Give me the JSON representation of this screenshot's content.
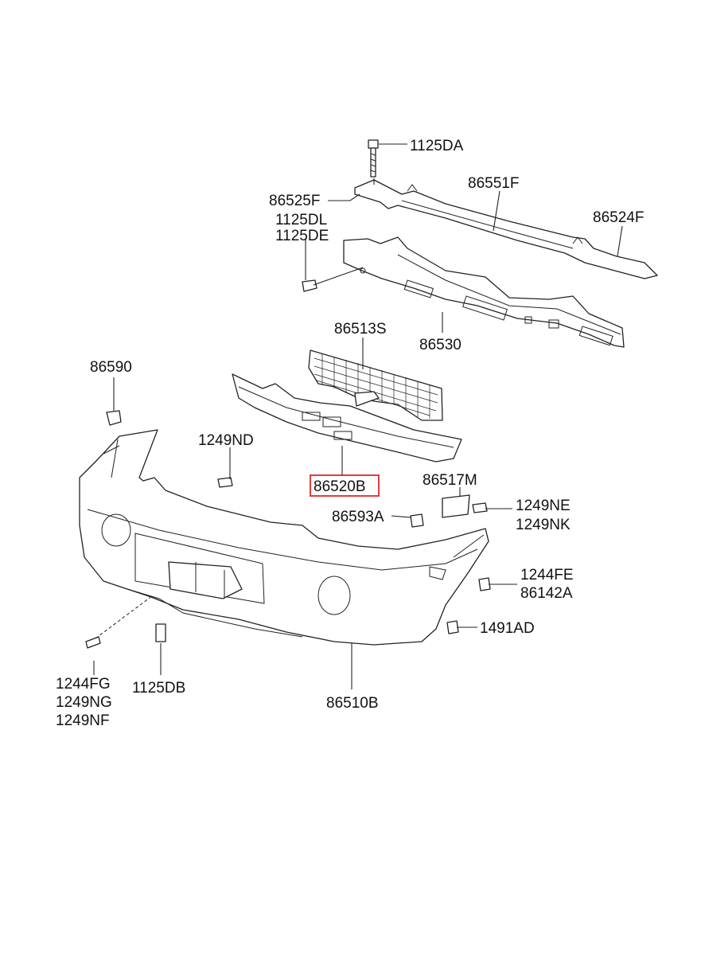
{
  "labels": {
    "bolt_top": "1125DA",
    "reinf_upper": "86551F",
    "bracket_left": "86525F",
    "bracket_right": "86524F",
    "bolt_dl": "1125DL",
    "bolt_de": "1125DE",
    "beam": "86530",
    "grille": "86513S",
    "clip_top": "86590",
    "screw_nd": "1249ND",
    "absorber": "86520B",
    "retainer": "86517M",
    "clip_a": "86593A",
    "screw_ne": "1249NE",
    "screw_nk": "1249NK",
    "screw_fe": "1244FE",
    "nut_a": "86142A",
    "screw_ad": "1491AD",
    "screw_fg": "1244FG",
    "screw_ng": "1249NG",
    "screw_nf": "1249NF",
    "bolt_db": "1125DB",
    "bumper": "86510B"
  },
  "highlight": {
    "part": "86520B",
    "color": "#e0262b"
  }
}
